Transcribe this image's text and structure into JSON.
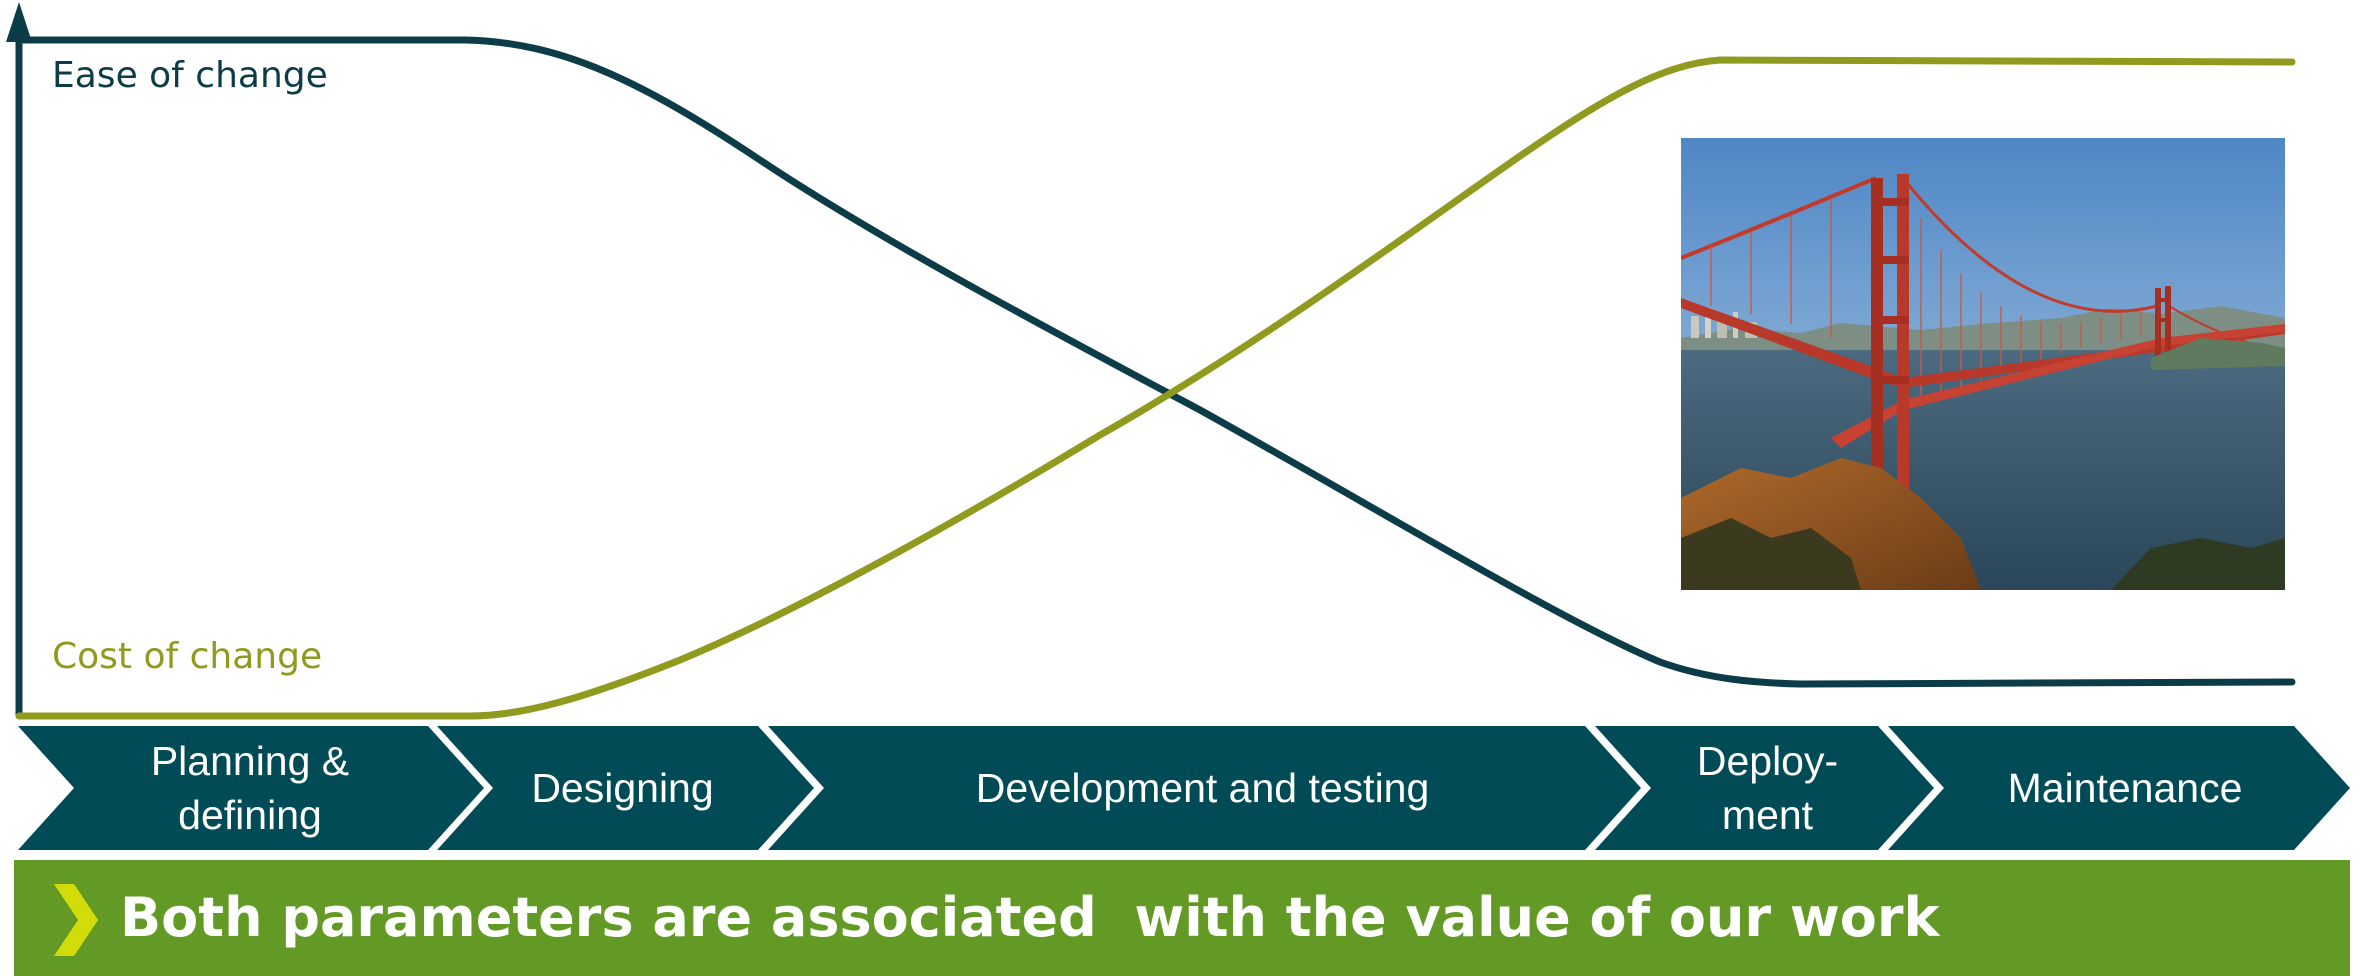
{
  "curves": {
    "ease": {
      "label": "Ease of change",
      "color": "#0c3c47",
      "trend": "decreasing"
    },
    "cost": {
      "label": "Cost of change",
      "color": "#909a1f",
      "trend": "increasing"
    }
  },
  "phases": [
    {
      "lines": [
        "Planning &",
        "defining"
      ]
    },
    {
      "lines": [
        "Designing"
      ]
    },
    {
      "lines": [
        "Development and testing"
      ]
    },
    {
      "lines": [
        "Deploy-",
        "ment"
      ]
    },
    {
      "lines": [
        "Maintenance"
      ]
    }
  ],
  "image": {
    "subject": "suspension bridge over water"
  },
  "conclusion": {
    "text": "Both parameters are associated  with the value of our work"
  },
  "colors": {
    "phase_fill": "#004b55",
    "conclusion_bar": "#639a25",
    "conclusion_chevron": "#d2dc0a",
    "axis": "#0c3c47"
  }
}
